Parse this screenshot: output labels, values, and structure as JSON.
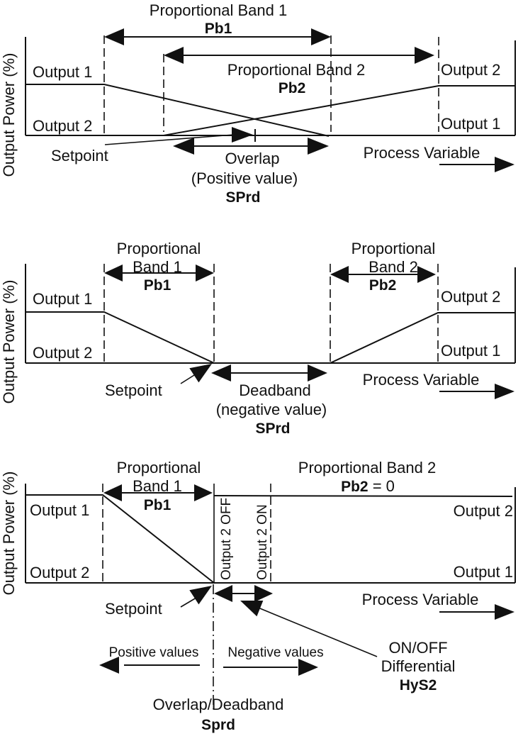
{
  "diagram": {
    "title": "Heat/Cool Proportional Band Overlap and Deadband (SPrd)",
    "colors": {
      "ink": "#111111",
      "background": "#ffffff"
    },
    "y_axis_label": "Output Power (%)",
    "x_axis_label": "Process Variable",
    "panels": [
      {
        "id": "overlap",
        "pb1_label": "Proportional Band 1",
        "pb1_code": "Pb1",
        "pb2_label": "Proportional Band 2",
        "pb2_code": "Pb2",
        "left_top": "Output 1",
        "left_bottom": "Output 2",
        "right_top": "Output 2",
        "right_bottom": "Output 1",
        "setpoint_label": "Setpoint",
        "sprd_label_1": "Overlap",
        "sprd_label_2": "(Positive value)",
        "sprd_code": "SPrd",
        "x_label": "Process Variable",
        "y_label": "Output Power (%)"
      },
      {
        "id": "deadband",
        "pb1_label_1": "Proportional",
        "pb1_label_2": "Band 1",
        "pb1_code": "Pb1",
        "pb2_label_1": "Proportional",
        "pb2_label_2": "Band 2",
        "pb2_code": "Pb2",
        "left_top": "Output 1",
        "left_bottom": "Output 2",
        "right_top": "Output 2",
        "right_bottom": "Output 1",
        "setpoint_label": "Setpoint",
        "sprd_label_1": "Deadband",
        "sprd_label_2": "(negative value)",
        "sprd_code": "SPrd",
        "x_label": "Process Variable",
        "y_label": "Output Power (%)"
      },
      {
        "id": "onoff",
        "pb1_label_1": "Proportional",
        "pb1_label_2": "Band 1",
        "pb1_code": "Pb1",
        "pb2_label": "Proportional Band 2",
        "pb2_code": "Pb2",
        "pb2_value": " = 0",
        "left_top": "Output 1",
        "left_bottom": "Output 2",
        "right_top": "Output 2",
        "right_bottom": "Output 1",
        "out2_off": "Output 2 OFF",
        "out2_on": "Output 2 ON",
        "setpoint_label": "Setpoint",
        "positive_values": "Positive values",
        "negative_values": "Negative values",
        "hys_label_1": "ON/OFF",
        "hys_label_2": "Differential",
        "hys_code": "HyS2",
        "sprd_label": "Overlap/Deadband",
        "sprd_code": "Sprd",
        "x_label": "Process Variable",
        "y_label": "Output Power (%)"
      }
    ]
  }
}
